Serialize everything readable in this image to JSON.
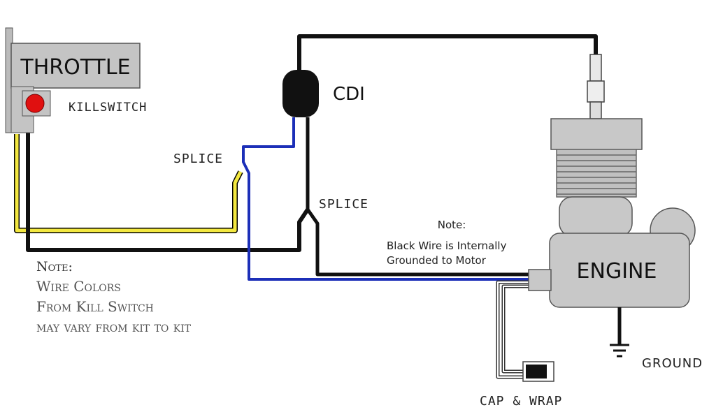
{
  "labels": {
    "throttle": "THROTTLE",
    "killswitch": "KILLSWITCH",
    "cdi": "CDI",
    "splice_upper": "SPLICE",
    "splice_lower": "SPLICE",
    "engine": "ENGINE",
    "ground": "GROUND",
    "cap_wrap": "CAP & WRAP"
  },
  "notes": {
    "wire_note": {
      "title": "Note:",
      "lines": [
        "Wire Colors",
        "From Kill Switch",
        "may vary from kit to kit"
      ]
    },
    "ground_note": {
      "title": "Note:",
      "lines": [
        "Black Wire is Internally",
        "Grounded to Motor"
      ]
    }
  },
  "colors": {
    "black_wire": "#111111",
    "blue_wire": "#1c2fb8",
    "yellow_wire": "#f3e840",
    "kill_button": "#e01010",
    "throttle_body": "#c4c4c4",
    "engine_body": "#c8c8c8",
    "text_gray": "#555555"
  }
}
